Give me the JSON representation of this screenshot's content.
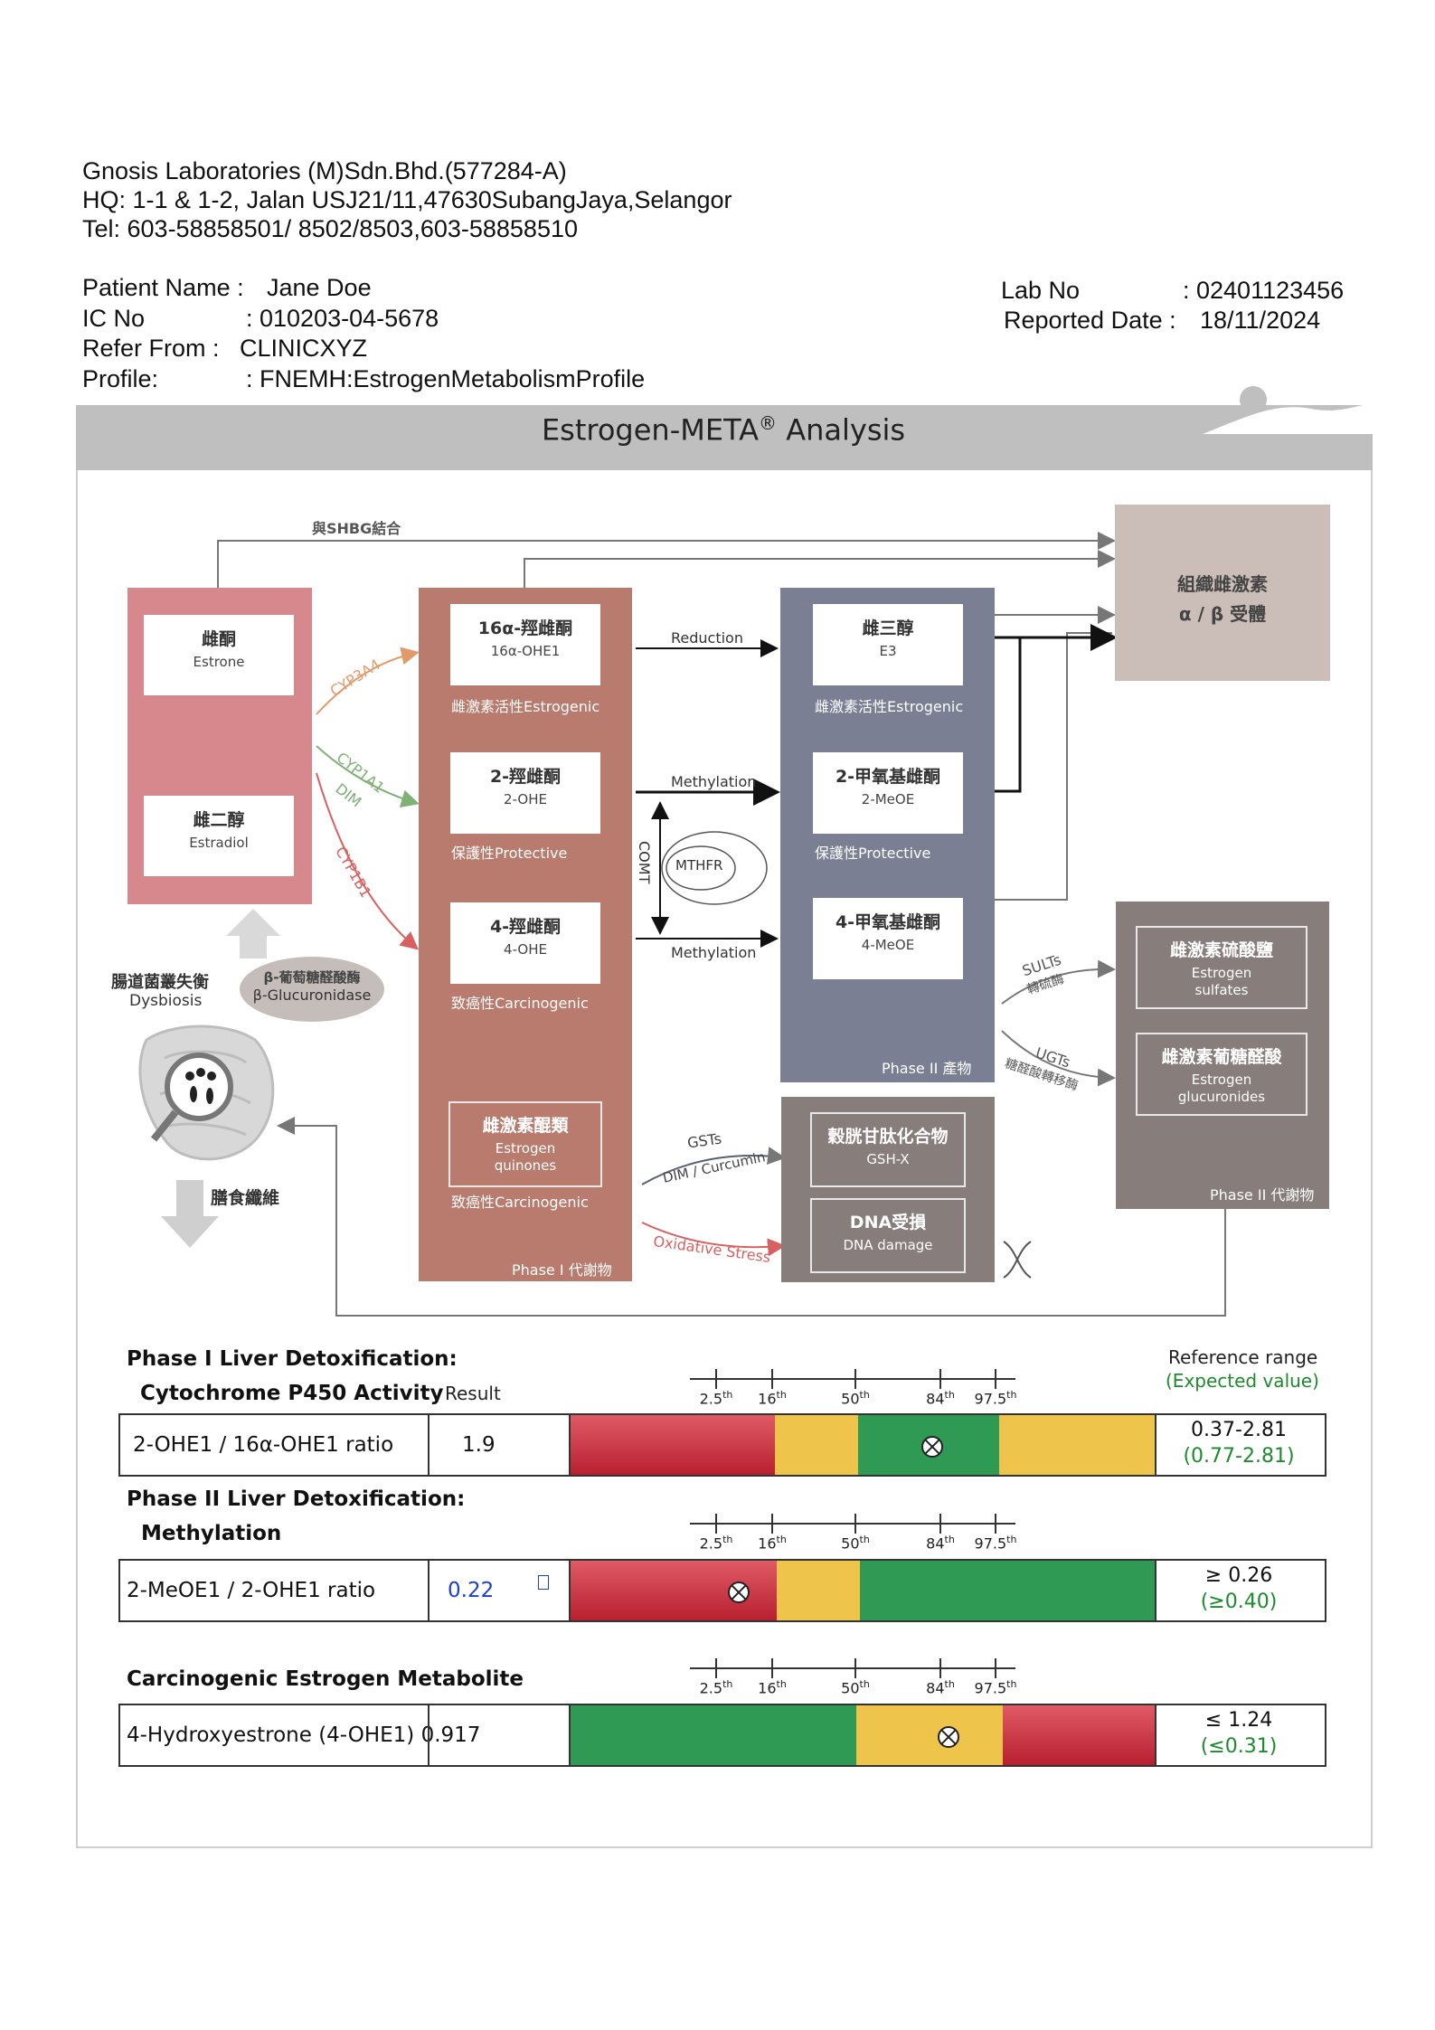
{
  "lab": {
    "name": "Gnosis Laboratories (M)Sdn.Bhd.(577284-A)",
    "hq": "HQ: 1-1 & 1-2, Jalan USJ21/11,47630SubangJaya,Selangor",
    "tel": "Tel: 603-58858501/ 8502/8503,603-58858510"
  },
  "patient": {
    "name_label": "Patient Name :",
    "name_value": "Jane Doe",
    "ic_label": "IC No",
    "ic_value": ": 010203-04-5678",
    "refer_label": "Refer From :",
    "refer_value": "CLINICXYZ",
    "profile_label": "Profile:",
    "profile_value": ": FNEMH:EstrogenMetabolismProfile",
    "labno_label": "Lab No",
    "labno_value": ": 02401123456",
    "reported_label": "Reported Date :",
    "reported_value": "18/11/2024"
  },
  "banner": {
    "title": "Estrogen-META",
    "reg": "®",
    "suffix": "Analysis"
  },
  "diagram": {
    "shbg": "與SHBG結合",
    "estrone_zh": "雌酮",
    "estrone_en": "Estrone",
    "estradiol_zh": "雌二醇",
    "estradiol_en": "Estradiol",
    "ohe16_zh": "16α-羥雌酮",
    "ohe16_en": "16α-OHE1",
    "ohe16_cap": "雌激素活性Estrogenic",
    "ohe2_zh": "2-羥雌酮",
    "ohe2_en": "2-OHE",
    "ohe2_cap": "保護性Protective",
    "ohe4_zh": "4-羥雌酮",
    "ohe4_en": "4-OHE",
    "ohe4_cap": "致癌性Carcinogenic",
    "quin_zh": "雌激素醌類",
    "quin_en1": "Estrogen",
    "quin_en2": "quinones",
    "quin_cap": "致癌性Carcinogenic",
    "phase1_cap": "Phase I 代謝物",
    "e3_zh": "雌三醇",
    "e3_en": "E3",
    "e3_cap": "雌激素活性Estrogenic",
    "meoe2_zh": "2-甲氧基雌酮",
    "meoe2_en": "2-MeOE",
    "meoe2_cap": "保護性Protective",
    "meoe4_zh": "4-甲氧基雌酮",
    "meoe4_en": "4-MeOE",
    "phase2_cap": "Phase II 產物",
    "receptor_zh1": "組織雌激素",
    "receptor_zh2": "α / β 受體",
    "sulf_zh": "雌激素硫酸鹽",
    "sulf_en1": "Estrogen",
    "sulf_en2": "sulfates",
    "gluc_zh": "雌激素葡糖醛酸",
    "gluc_en1": "Estrogen",
    "gluc_en2": "glucuronides",
    "phase2b_cap": "Phase II 代謝物",
    "gsh_zh": "穀胱甘肽化合物",
    "gsh_en": "GSH-X",
    "dna_zh": "DNA受損",
    "dna_en": "DNA damage",
    "reduction": "Reduction",
    "methylation": "Methylation",
    "methylation2": "Methylation",
    "comt": "COMT",
    "mthfr": "MTHFR",
    "cyp3a4": "CYP3A4",
    "cyp1a1": "CYP1A1",
    "dim": "DIM",
    "cyp1b1": "CYP1B1",
    "sults": "SULTs",
    "sults_zh": "轉硫酶",
    "ugts": "UGTs",
    "ugts_zh": "糖醛酸轉移酶",
    "gsts": "GSTs",
    "dim_curcumin": "DIM / Curcumin",
    "oxidative": "Oxidative Stress",
    "dysbiosis_zh": "腸道菌叢失衡",
    "dysbiosis_en": "Dysbiosis",
    "gluc_enzyme_zh": "β-葡萄糖醛酸酶",
    "gluc_enzyme_en": "β-Glucuronidase",
    "fiber": "膳食纖維"
  },
  "results": {
    "ref_header1": "Reference range",
    "ref_header2": "(Expected value)",
    "result_header": "Result",
    "sections": [
      {
        "title1": "Phase I Liver Detoxification:",
        "title2": "Cytochrome P450 Activity",
        "test": "2-OHE1 / 16α-OHE1 ratio",
        "value": "1.9",
        "ref1": "0.37-2.81",
        "ref2": "(0.77-2.81)",
        "segments": [
          "#c8303e",
          "#eec54a",
          "#2f9a54",
          "#eec54a"
        ]
      },
      {
        "title1": "Phase II Liver Detoxification:",
        "title2": "Methylation",
        "test": "2-MeOE1 / 2-OHE1 ratio",
        "value": "0.22",
        "ref1": "≥ 0.26",
        "ref2": "(≥0.40)",
        "segments": [
          "#c8303e",
          "#eec54a",
          "#2f9a54"
        ]
      },
      {
        "title1": "Carcinogenic Estrogen Metabolite",
        "test": "4-Hydroxyestrone (4-OHE1) 0.917",
        "ref1": "≤ 1.24",
        "ref2": "(≤0.31)",
        "segments": [
          "#2f9a54",
          "#eec54a",
          "#c8303e"
        ]
      }
    ],
    "ticks": [
      {
        "n": "2.5",
        "s": "th"
      },
      {
        "n": "16",
        "s": "th"
      },
      {
        "n": "50",
        "s": "th"
      },
      {
        "n": "84",
        "s": "th"
      },
      {
        "n": "97.5",
        "s": "th"
      }
    ]
  }
}
